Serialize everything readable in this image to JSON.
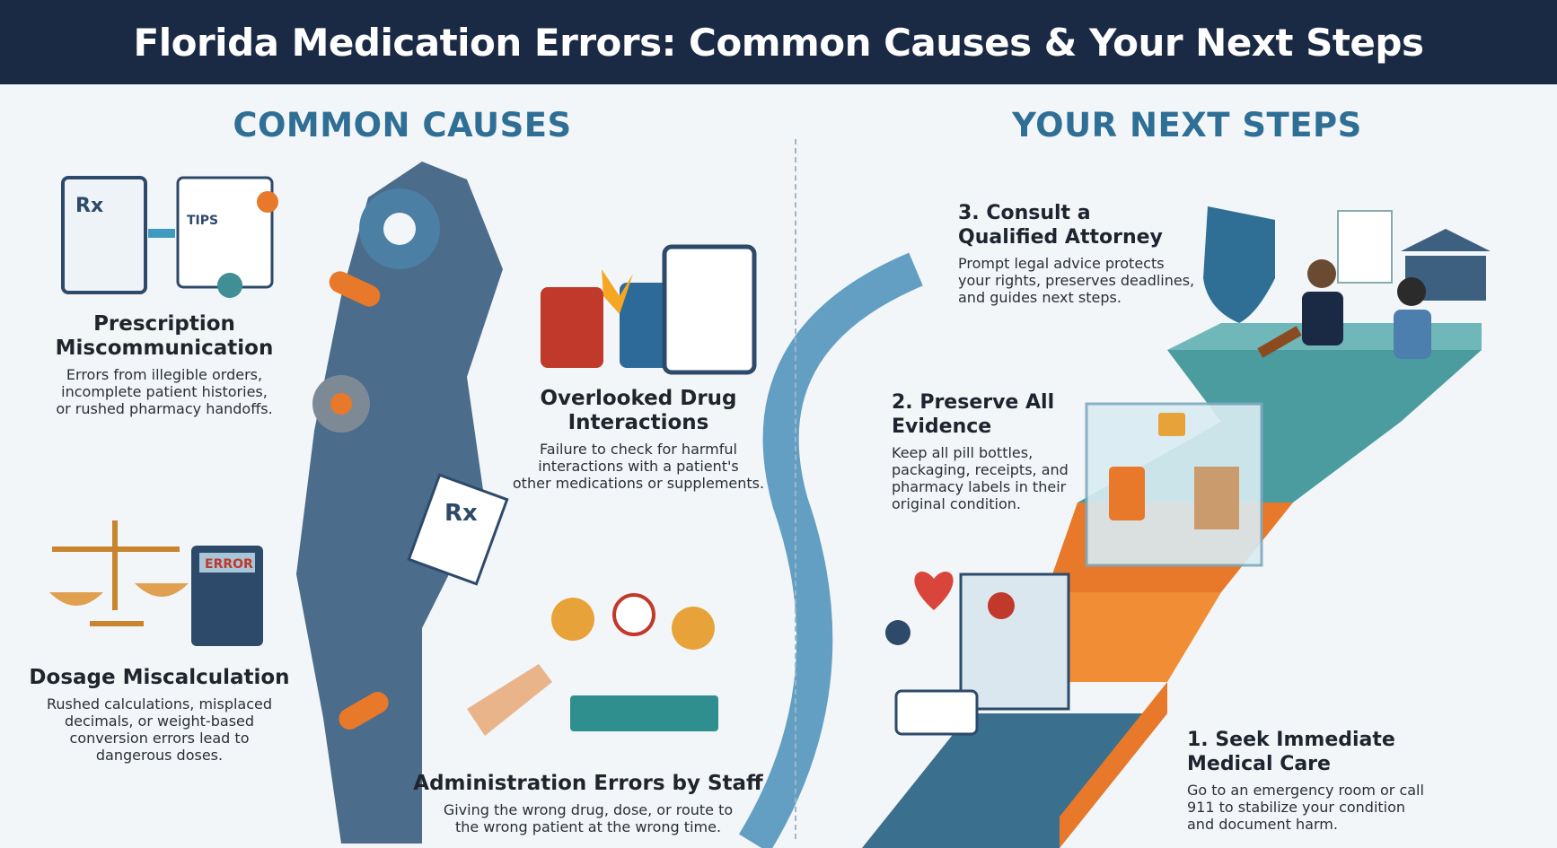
{
  "header": {
    "title": "Florida Medication Errors: Common Causes & Your Next Steps"
  },
  "causes": {
    "heading": "COMMON CAUSES",
    "items": [
      {
        "title_line1": "Prescription",
        "title_line2": "Miscommunication",
        "desc": [
          "Errors from illegible orders,",
          "incomplete patient histories,",
          "or rushed pharmacy handoffs."
        ]
      },
      {
        "title_line1": "Overlooked Drug",
        "title_line2": "Interactions",
        "desc": [
          "Failure to check for harmful",
          "interactions with a patient's",
          "other medications or supplements."
        ]
      },
      {
        "title_line1": "Dosage Miscalculation",
        "title_line2": "",
        "desc": [
          "Rushed calculations, misplaced",
          "decimals, or weight-based",
          "conversion errors lead to",
          "dangerous doses."
        ]
      },
      {
        "title_line1": "Administration Errors by Staff",
        "title_line2": "",
        "desc": [
          "Giving the wrong drug, dose, or route to",
          "the wrong patient at the wrong time."
        ]
      }
    ],
    "calculator_label": "ERROR",
    "rx_label": "Rx",
    "tips_label": "TIPS"
  },
  "steps": {
    "heading": "YOUR NEXT STEPS",
    "items": [
      {
        "title_line1": "1. Seek Immediate",
        "title_line2": "Medical Care",
        "desc": [
          "Go to an emergency room or call",
          "911 to stabilize your condition",
          "and document harm."
        ]
      },
      {
        "title_line1": "2. Preserve All",
        "title_line2": "Evidence",
        "desc": [
          "Keep all pill bottles,",
          "packaging, receipts, and",
          "pharmacy labels in their",
          "original condition."
        ]
      },
      {
        "title_line1": "3. Consult a",
        "title_line2": "Qualified Attorney",
        "desc": [
          "Prompt legal advice protects",
          "your rights, preserves deadlines,",
          "and guides next steps."
        ]
      }
    ]
  },
  "colors": {
    "header": "#1b2a44",
    "accent": "#2f6f96",
    "orange": "#e8782a",
    "teal": "#3f8f94"
  }
}
